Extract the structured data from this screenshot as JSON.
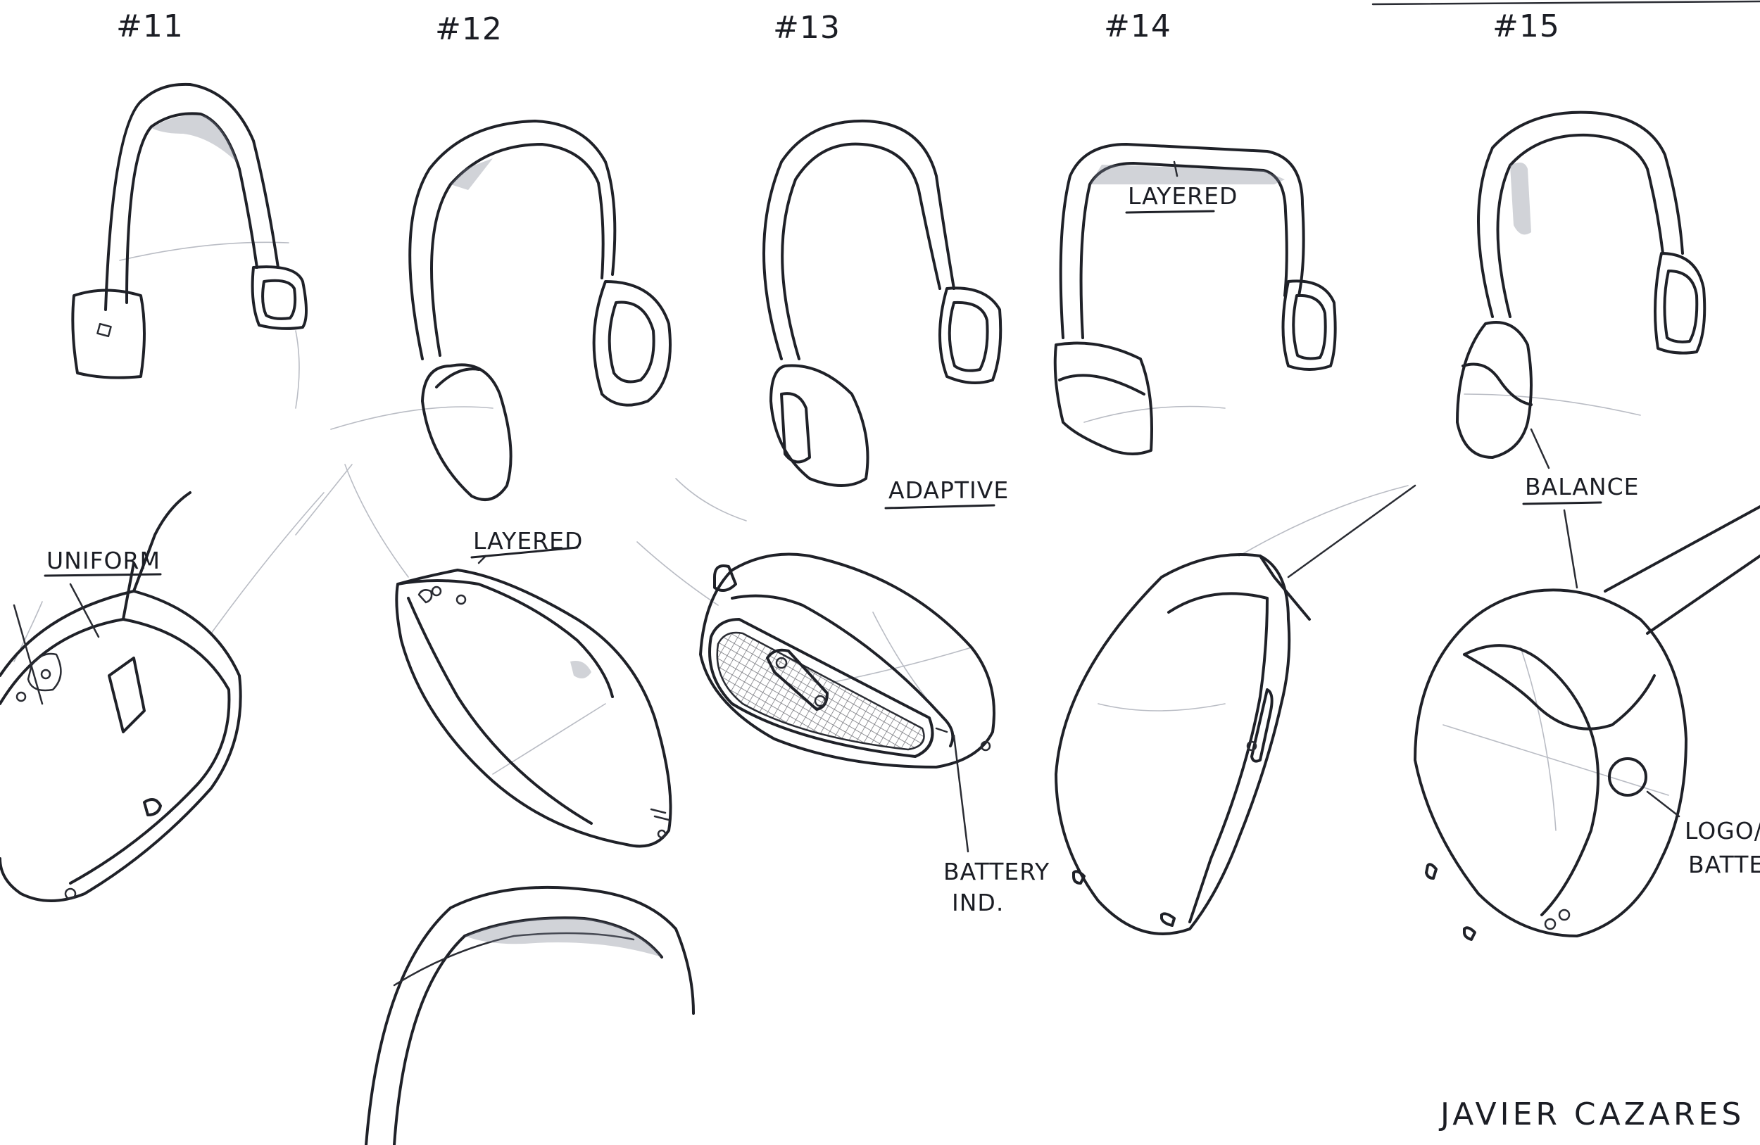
{
  "concepts": [
    {
      "number": "#11",
      "note": "UNIFORM"
    },
    {
      "number": "#12",
      "note": "LAYERED"
    },
    {
      "number": "#13",
      "note": "ADAPTIVE",
      "detail_note": "BATTERY IND."
    },
    {
      "number": "#14",
      "note": "LAYERED"
    },
    {
      "number": "#15",
      "note": "BALANCE",
      "detail_note": "LOGO/ BATTERY"
    }
  ],
  "signature": "JAVIER CAZARES",
  "ink_color": "#1f2128",
  "paper_color": "#ffffff"
}
